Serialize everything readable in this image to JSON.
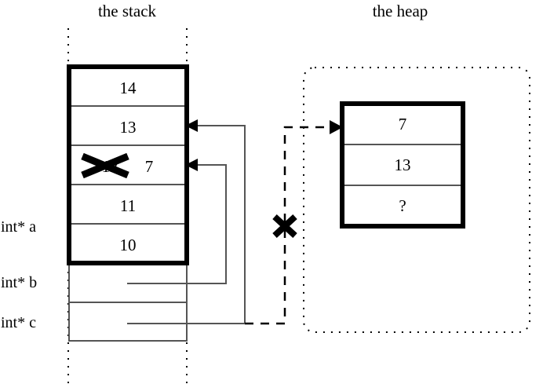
{
  "diagram": {
    "type": "memory-diagram",
    "stack": {
      "title": "the stack",
      "frame_cells": [
        {
          "value": "14",
          "struck": false
        },
        {
          "value": "13",
          "struck": false
        },
        {
          "value": "12",
          "struck": true,
          "new_value": "7"
        },
        {
          "value": "11",
          "struck": false
        },
        {
          "value": "10",
          "struck": false
        }
      ],
      "pointer_vars": [
        {
          "label": "int* a",
          "target": "stack-frame"
        },
        {
          "label": "int* b",
          "target": "stack-cell-crossed"
        },
        {
          "label": "int* c",
          "target": "heap-block-invalid"
        }
      ]
    },
    "heap": {
      "title": "the heap",
      "block_cells": [
        {
          "value": "7"
        },
        {
          "value": "13"
        },
        {
          "value": "?"
        }
      ]
    },
    "annotations": {
      "crossed_out_stack_value": "12",
      "replacement_stack_value": "7",
      "invalid_pointer_mark": "X",
      "unknown_value": "?"
    },
    "colors": {
      "ink": "#000000",
      "background": "#ffffff",
      "thin_rule": "#555555"
    }
  }
}
